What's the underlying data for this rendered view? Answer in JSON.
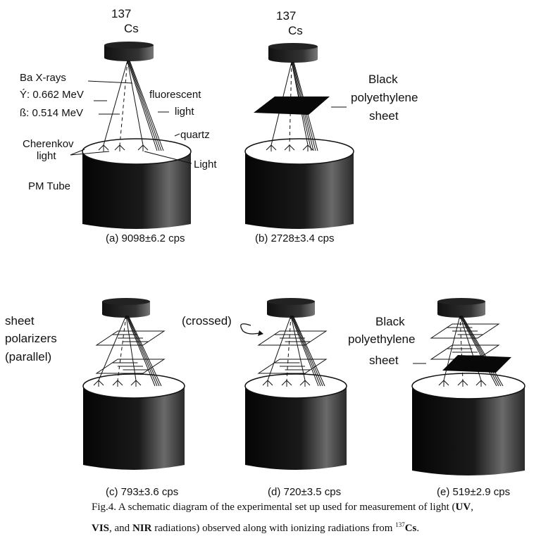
{
  "panel_a": {
    "source_mass": "137",
    "source_element": "Cs",
    "labels": {
      "ba_xrays": "Ba X-rays",
      "gamma": "Ý: 0.662 MeV",
      "beta": "ß: 0.514 MeV",
      "fluorescent": "fluorescent",
      "fluorescent_light": "light",
      "quartz": "quartz",
      "cherenkov": "Cherenkov",
      "cherenkov_light": "light",
      "light": "Light",
      "pm_tube": "PM Tube"
    },
    "caption": "(a) 9098±6.2 cps"
  },
  "panel_b": {
    "source_mass": "137",
    "source_element": "Cs",
    "labels": {
      "black": "Black",
      "polyethylene": "polyethylene",
      "sheet": "sheet"
    },
    "caption": "(b) 2728±3.4 cps"
  },
  "panel_c": {
    "labels": {
      "sheet": "sheet",
      "polarizers": "polarizers",
      "parallel": "(parallel)"
    },
    "caption": "(c) 793±3.6 cps"
  },
  "panel_d": {
    "labels": {
      "crossed": "(crossed)"
    },
    "caption": "(d) 720±3.5 cps"
  },
  "panel_e": {
    "labels": {
      "black": "Black",
      "polyethylene": "polyethylene",
      "sheet": "sheet"
    },
    "caption": "(e) 519±2.9 cps"
  },
  "figure_caption": {
    "prefix": "Fig.4. A schematic diagram of the experimental set up used for measurement  of light (",
    "uv": "UV",
    "comma1": ",",
    "vis": "VIS",
    "mid": ", and ",
    "nir": "NIR",
    "suffix": " radiations) observed along with ionizing radiations from ",
    "sup": "137",
    "cs": "Cs",
    "end": "."
  }
}
